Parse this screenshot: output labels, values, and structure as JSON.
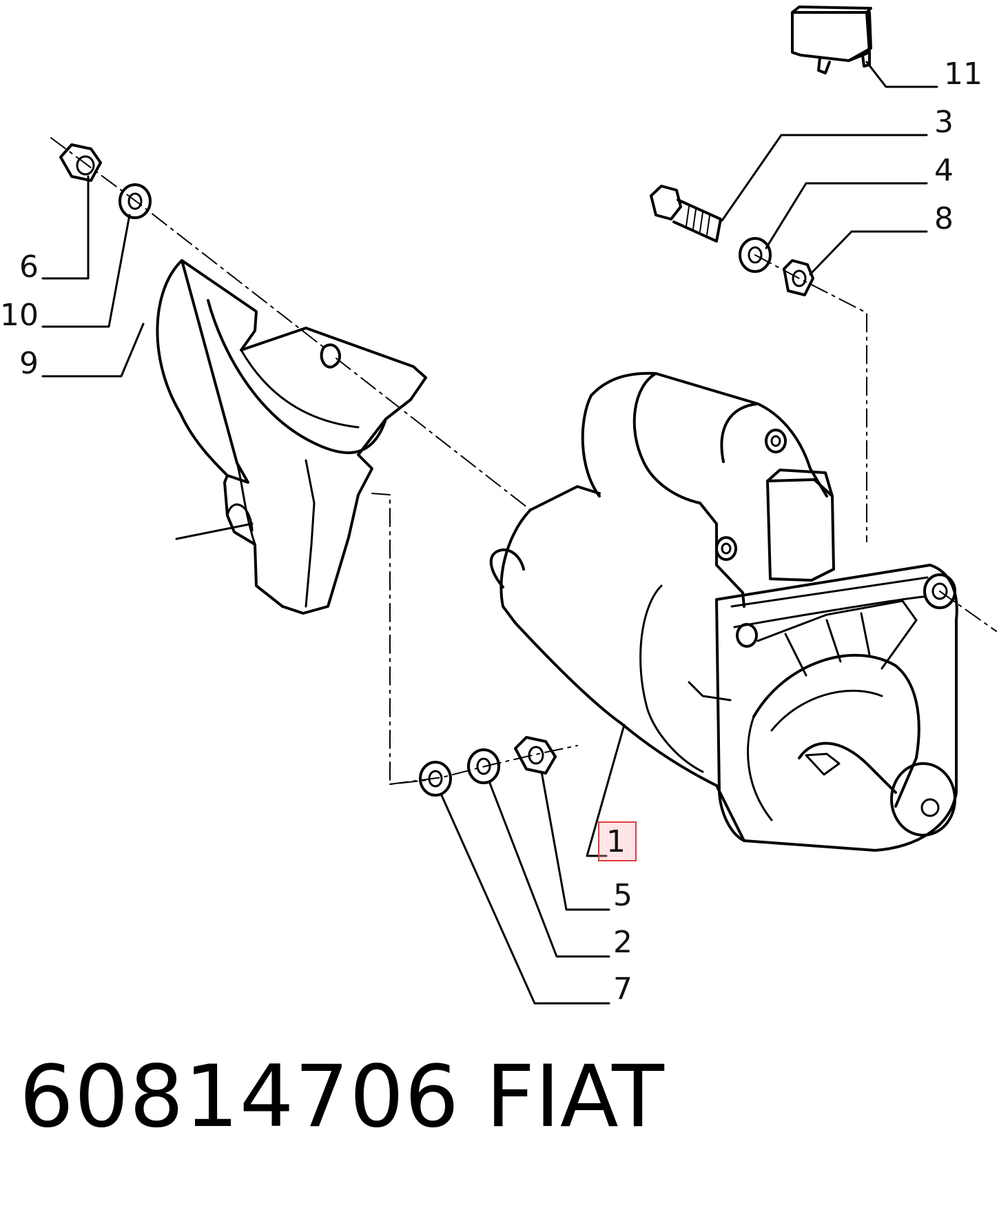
{
  "callouts": {
    "c11": "11",
    "c3": "3",
    "c4": "4",
    "c8": "8",
    "c6": "6",
    "c10": "10",
    "c9": "9",
    "c1": "1",
    "c5": "5",
    "c2": "2",
    "c7": "7"
  },
  "footer": {
    "part_number": "60814706",
    "brand": "FIAT"
  },
  "colors": {
    "line": "#000000",
    "highlight_border": "#e23a3a"
  }
}
